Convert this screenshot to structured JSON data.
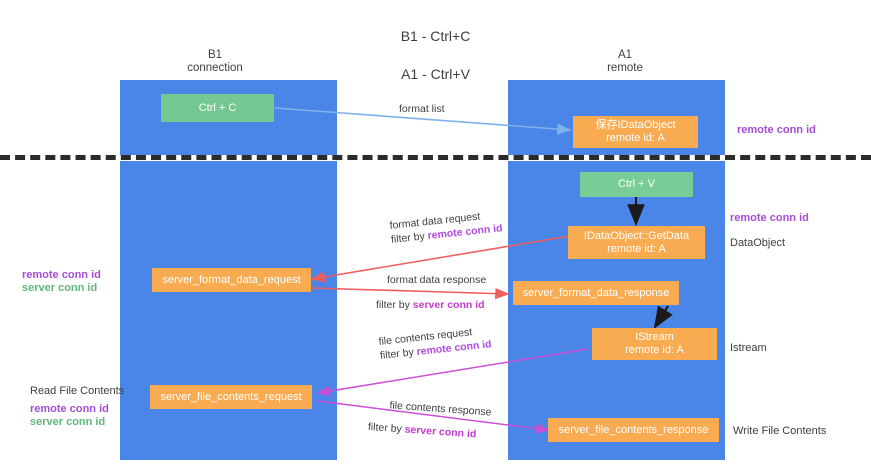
{
  "title": {
    "line1": "B1 - Ctrl+C",
    "line2": "A1 - Ctrl+V"
  },
  "lanes": [
    {
      "id": "b1",
      "title": "B1\nconnection",
      "color": "#4a86e8"
    },
    {
      "id": "a1",
      "title": "A1\nremote",
      "color": "#4a86e8"
    }
  ],
  "nodes": {
    "ctrl_c": {
      "line1": "Ctrl + C",
      "line2": "",
      "color": "#76c893"
    },
    "save_idataobject": {
      "line1": "保存IDataObject",
      "line2": "remote id: A",
      "color": "#f9ab52"
    },
    "ctrl_v": {
      "line1": "Ctrl + V",
      "line2": "",
      "color": "#76c893"
    },
    "getdata": {
      "line1": "IDataObject::GetData",
      "line2": "remote id: A",
      "color": "#f9ab52"
    },
    "server_format_data_request": {
      "line1": "server_format_data_request",
      "line2": "",
      "color": "#f9ab52"
    },
    "server_format_data_response": {
      "line1": "server_format_data_response",
      "line2": "",
      "color": "#f9ab52"
    },
    "istream": {
      "line1": "IStream",
      "line2": "remote id: A",
      "color": "#f9ab52"
    },
    "server_file_contents_request": {
      "line1": "server_file_contents_request",
      "line2": "",
      "color": "#f9ab52"
    },
    "server_file_contents_response": {
      "line1": "server_file_contents_response",
      "line2": "",
      "color": "#f9ab52"
    }
  },
  "edge_labels": {
    "format_list": "format list",
    "format_data_request": "format data request",
    "filter_by_remote_conn_id_1": "filter by ",
    "format_data_response": "format data response",
    "filter_by_server_conn_id_1": "filter by ",
    "file_contents_request": "file contents request",
    "filter_by_remote_conn_id_2": "filter by ",
    "file_contents_response": "file contents response",
    "filter_by_server_conn_id_2": "filter by ",
    "remote_conn_id": "remote conn id",
    "server_conn_id": "server conn id"
  },
  "annotations": {
    "right_remote_conn_id_top": "remote conn id",
    "right_remote_conn_id_mid": "remote conn id",
    "right_dataobject": "DataObject",
    "right_istream": "Istream",
    "right_write_file_contents": "Write File Contents",
    "left_remote_conn_id": "remote conn id",
    "left_server_conn_id": "server conn id",
    "left_read_file_contents": "Read File Contents",
    "left_remote_conn_id_2": "remote conn id",
    "left_server_conn_id_2": "server conn id"
  },
  "colors": {
    "lane": "#4a86e8",
    "orange": "#f9ab52",
    "green": "#76c893",
    "purple": "#a64dd6",
    "green_text": "#5fb87a",
    "arrow_blue": "#7fb2e8",
    "arrow_red": "#ef5f5f",
    "arrow_magenta": "#cc4fd6",
    "arrow_black": "#1a1a1a",
    "divider": "#2b2b2b"
  }
}
